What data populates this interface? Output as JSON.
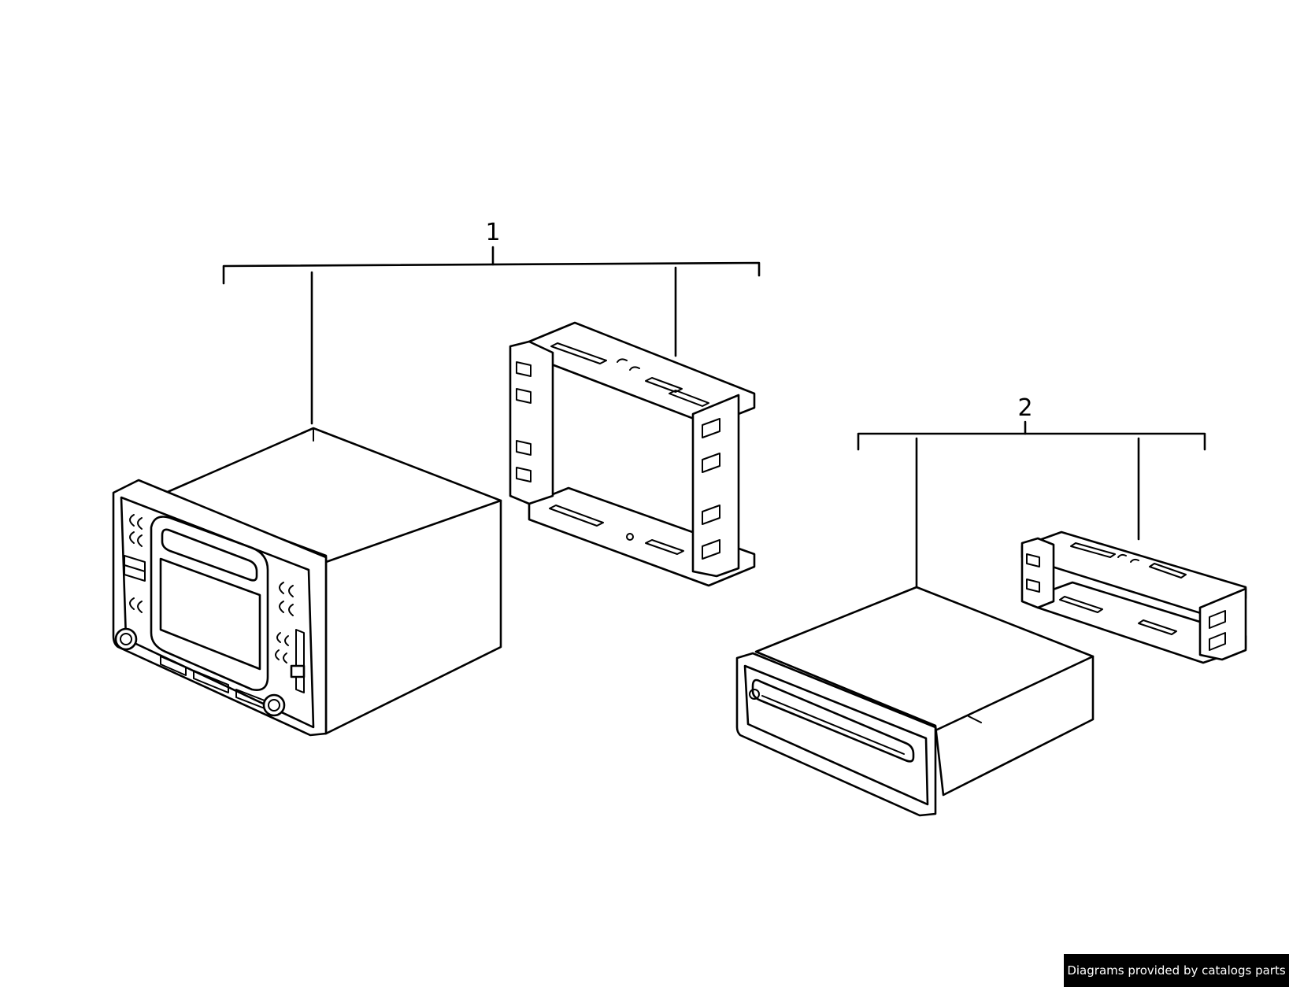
{
  "callouts": {
    "item1": "1",
    "item2": "2"
  },
  "parts": [
    {
      "callout": "1",
      "components": [
        "double-din-radio-navigation-unit",
        "double-din-mounting-frame"
      ]
    },
    {
      "callout": "2",
      "components": [
        "single-din-cd-unit",
        "single-din-mounting-frame"
      ]
    }
  ],
  "credit": "Diagrams provided by catalogs parts"
}
